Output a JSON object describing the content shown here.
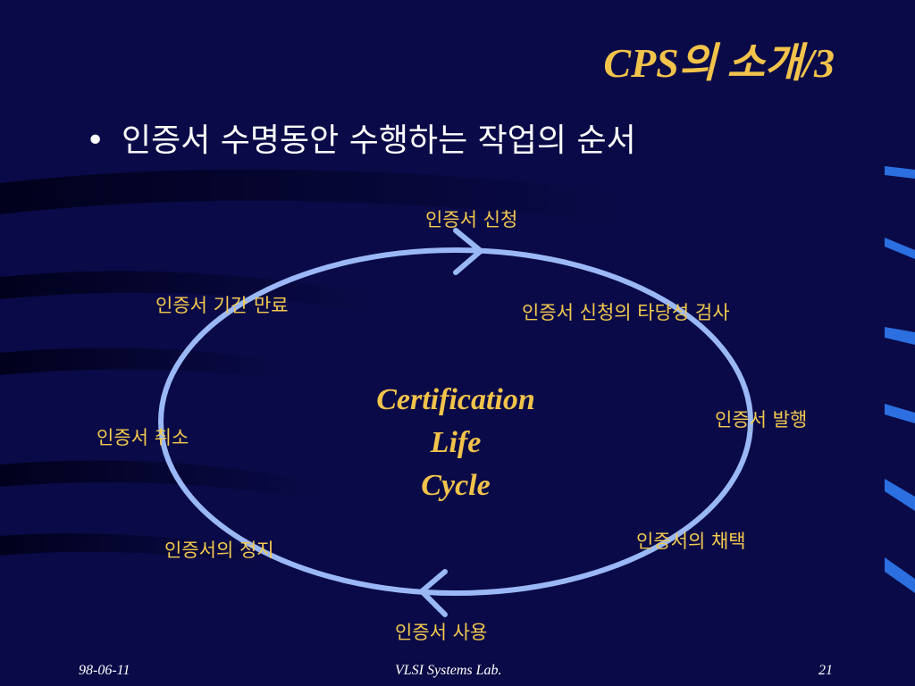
{
  "slide": {
    "title": "CPS의 소개/3",
    "bullet_symbol": "•",
    "bullet": "인증서 수명동안 수행하는 작업의 순서"
  },
  "cycle": {
    "center_lines": [
      "Certification",
      "Life",
      "Cycle"
    ],
    "steps": {
      "request": "인증서 신청",
      "validation": "인증서 신청의 타당성 검사",
      "issuance": "인증서 발행",
      "acceptance": "인증서의 채택",
      "usage": "인증서 사용",
      "suspension": "인증서의 정지",
      "revocation": "인증서 취소",
      "expiration": "인증서 기간 만료"
    }
  },
  "footer": {
    "date": "98-06-11",
    "org": "VLSI Systems Lab.",
    "page": "21"
  },
  "colors": {
    "background": "#0a0a48",
    "accent": "#f2c34b",
    "cycle_line": "#9ab8f5"
  }
}
